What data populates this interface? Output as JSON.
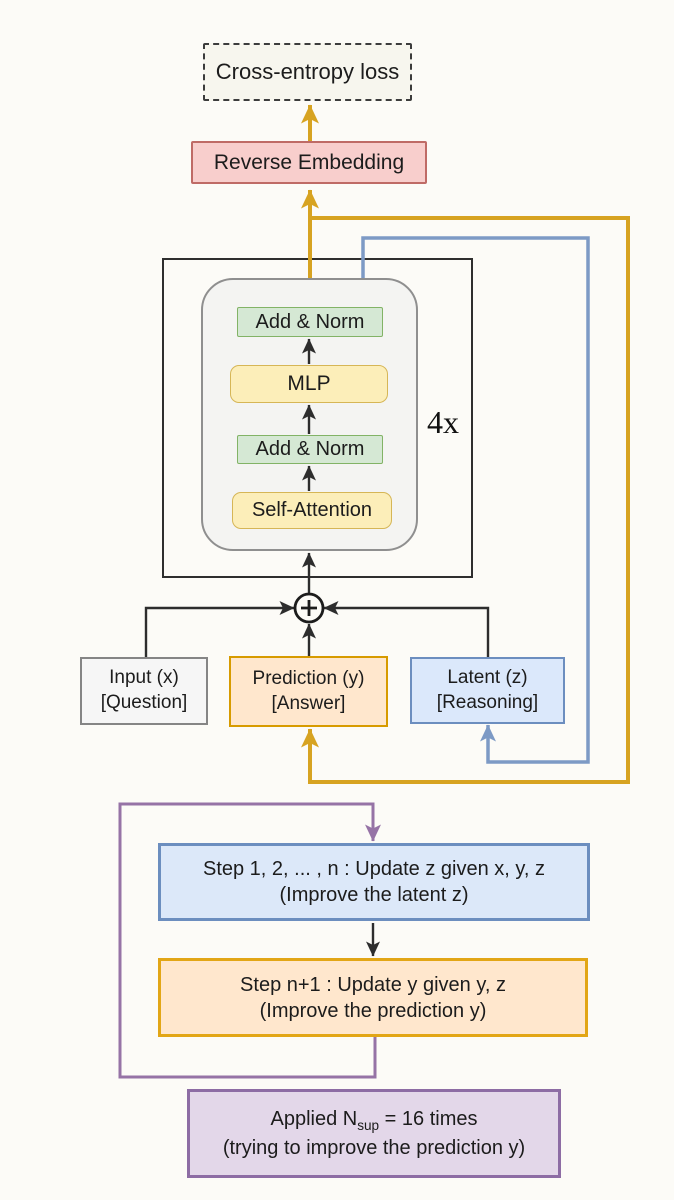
{
  "colors": {
    "gold_arrow": "#d7a321",
    "blue_arrow": "#7d9ac5",
    "purple_arrow": "#9673a6",
    "black_arrow": "#2d2d2d",
    "green_fill": "#d5e8d4",
    "green_border": "#82b366",
    "yellow_fill": "#fceeb9",
    "yellow_border": "#d6b656",
    "orange_fill": "#ffe7cd",
    "orange_border": "#d79b00",
    "blue_fill": "#dbe8fb",
    "blue_border": "#6c8ebf",
    "red_fill": "#f8cecc",
    "red_border": "#bf6b66",
    "purple_fill": "#e3d7e9",
    "purple_border": "#8d6ca4",
    "gray_fill": "#f6f6f6",
    "gray_border": "#858585"
  },
  "loss_box": {
    "label": "Cross-entropy loss"
  },
  "reverse_embedding": {
    "label": "Reverse Embedding"
  },
  "core_block": {
    "repeat_label": "4x",
    "layers": [
      "Add & Norm",
      "MLP",
      "Add & Norm",
      "Self-Attention"
    ]
  },
  "states": {
    "input": {
      "line1": "Input (x)",
      "line2": "[Question]"
    },
    "prediction": {
      "line1": "Prediction (y)",
      "line2": "[Answer]"
    },
    "latent": {
      "line1": "Latent (z)",
      "line2": "[Reasoning]"
    }
  },
  "recursion": {
    "step_z": {
      "line1": "Step 1, 2, ... , n : Update z given x, y, z",
      "line2": "(Improve the latent z)"
    },
    "step_y": {
      "line1": "Step n+1 : Update y given y, z",
      "line2": "(Improve the prediction y)"
    },
    "applied": {
      "prefix": "Applied N",
      "sub": "sup",
      "suffix": " = 16 times",
      "line2": "(trying to improve the prediction y)"
    }
  }
}
